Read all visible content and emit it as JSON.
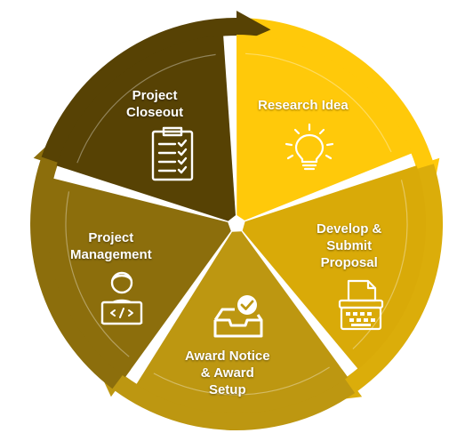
{
  "diagram": {
    "segments": [
      {
        "id": "research-idea",
        "lines": [
          "Research Idea"
        ],
        "icon": "lightbulb-icon",
        "color": "#FFC90A"
      },
      {
        "id": "develop-submit-proposal",
        "lines": [
          "Develop &",
          "Submit",
          "Proposal"
        ],
        "icon": "typewriter-icon",
        "color": "#D9AA08"
      },
      {
        "id": "award-notice-setup",
        "lines": [
          "Award Notice",
          "& Award",
          "Setup"
        ],
        "icon": "inbox-check-icon",
        "color": "#BD9711"
      },
      {
        "id": "project-management",
        "lines": [
          "Project",
          "Management"
        ],
        "icon": "developer-laptop-icon",
        "color": "#8C6E0C"
      },
      {
        "id": "project-closeout",
        "lines": [
          "Project",
          "Closeout"
        ],
        "icon": "checklist-clipboard-icon",
        "color": "#574204"
      }
    ],
    "arrow_colors": [
      "#FFC90A",
      "#DBAD0A",
      "#BD9711",
      "#8C6E0C",
      "#574204"
    ]
  }
}
